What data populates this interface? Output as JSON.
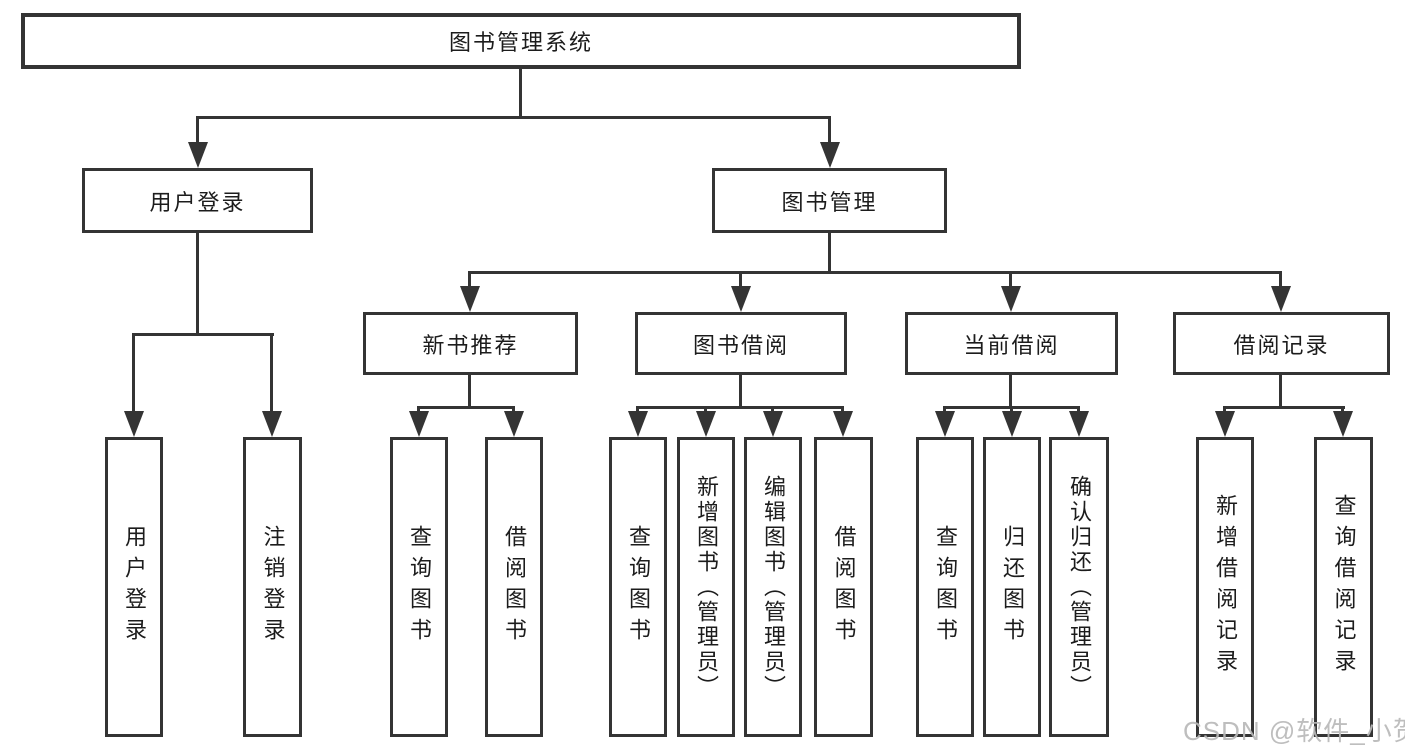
{
  "root": {
    "label": "图书管理系统"
  },
  "modules": [
    {
      "label": "用户登录",
      "children": [
        {
          "label": "用户登录"
        },
        {
          "label": "注销登录"
        }
      ]
    },
    {
      "label": "图书管理",
      "submodules": [
        {
          "label": "新书推荐",
          "children": [
            {
              "label": "查询图书"
            },
            {
              "label": "借阅图书"
            }
          ]
        },
        {
          "label": "图书借阅",
          "children": [
            {
              "label": "查询图书"
            },
            {
              "label": "新增图书（管理员）"
            },
            {
              "label": "编辑图书（管理员）"
            },
            {
              "label": "借阅图书"
            }
          ]
        },
        {
          "label": "当前借阅",
          "children": [
            {
              "label": "查询图书"
            },
            {
              "label": "归还图书"
            },
            {
              "label": "确认归还（管理员）"
            }
          ]
        },
        {
          "label": "借阅记录",
          "children": [
            {
              "label": "新增借阅记录"
            },
            {
              "label": "查询借阅记录"
            }
          ]
        }
      ]
    }
  ],
  "watermark": {
    "text": "CSDN @软件_小贺同学"
  }
}
